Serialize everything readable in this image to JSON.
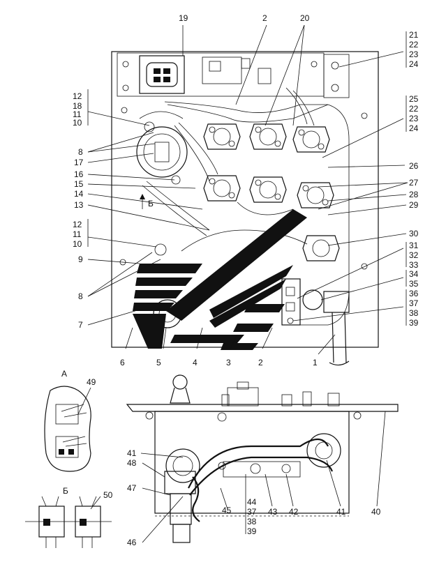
{
  "labels": {
    "top": [
      "19",
      "2",
      "20"
    ],
    "right_groups": [
      [
        "21",
        "22",
        "23",
        "24"
      ],
      [
        "25",
        "22",
        "23",
        "24"
      ],
      [
        "26"
      ],
      [
        "27"
      ],
      [
        "28"
      ],
      [
        "29"
      ],
      [
        "30"
      ],
      [
        "31",
        "32",
        "33"
      ],
      [
        "34",
        "35"
      ],
      [
        "36",
        "37",
        "38",
        "39"
      ]
    ],
    "left_groups": [
      [
        "12",
        "18",
        "11",
        "10"
      ],
      [
        "8"
      ],
      [
        "17"
      ],
      [
        "16"
      ],
      [
        "15"
      ],
      [
        "14"
      ],
      [
        "13"
      ],
      [
        "12",
        "11",
        "10"
      ],
      [
        "9"
      ],
      [
        "8"
      ],
      [
        "7"
      ]
    ],
    "bottom": [
      "6",
      "5",
      "4",
      "3",
      "2",
      "1"
    ],
    "lower_view": [
      "41",
      "48",
      "47",
      "46",
      "45",
      "44",
      "37",
      "38",
      "39",
      "43",
      "42",
      "41",
      "40"
    ],
    "view_a": {
      "title": "А",
      "part": "49"
    },
    "view_b": {
      "title": "Б",
      "part": "50"
    },
    "arrow_b": "Б"
  },
  "colors": {
    "ink": "#111111",
    "paper": "#ffffff"
  }
}
